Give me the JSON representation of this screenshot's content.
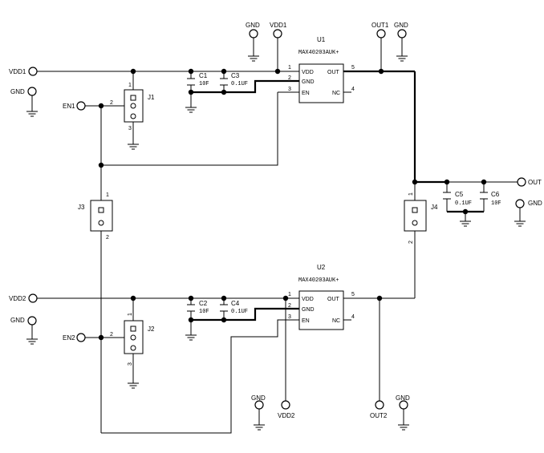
{
  "labels": {
    "gnd": "GND",
    "vdd1": "VDD1",
    "vdd2": "VDD2",
    "en1": "EN1",
    "en2": "EN2",
    "out": "OUT",
    "out1": "OUT1",
    "out2": "OUT2"
  },
  "parts": {
    "u1": {
      "ref": "U1",
      "value": "MAX40203AUK+"
    },
    "u2": {
      "ref": "U2",
      "value": "MAX40203AUK+"
    },
    "pins": {
      "vdd": "VDD",
      "gnd": "GND",
      "en": "EN",
      "out": "OUT",
      "nc": "NC"
    },
    "pin_numbers": {
      "p1": "1",
      "p2": "2",
      "p3": "3",
      "p4": "4",
      "p5": "5"
    },
    "c1": {
      "ref": "C1",
      "value": "10F"
    },
    "c2": {
      "ref": "C2",
      "value": "10F"
    },
    "c3": {
      "ref": "C3",
      "value": "0.1UF"
    },
    "c4": {
      "ref": "C4",
      "value": "0.1UF"
    },
    "c5": {
      "ref": "C5",
      "value": "0.1UF"
    },
    "c6": {
      "ref": "C6",
      "value": "10F"
    },
    "j1": {
      "ref": "J1"
    },
    "j2": {
      "ref": "J2"
    },
    "j3": {
      "ref": "J3"
    },
    "j4": {
      "ref": "J4"
    }
  }
}
